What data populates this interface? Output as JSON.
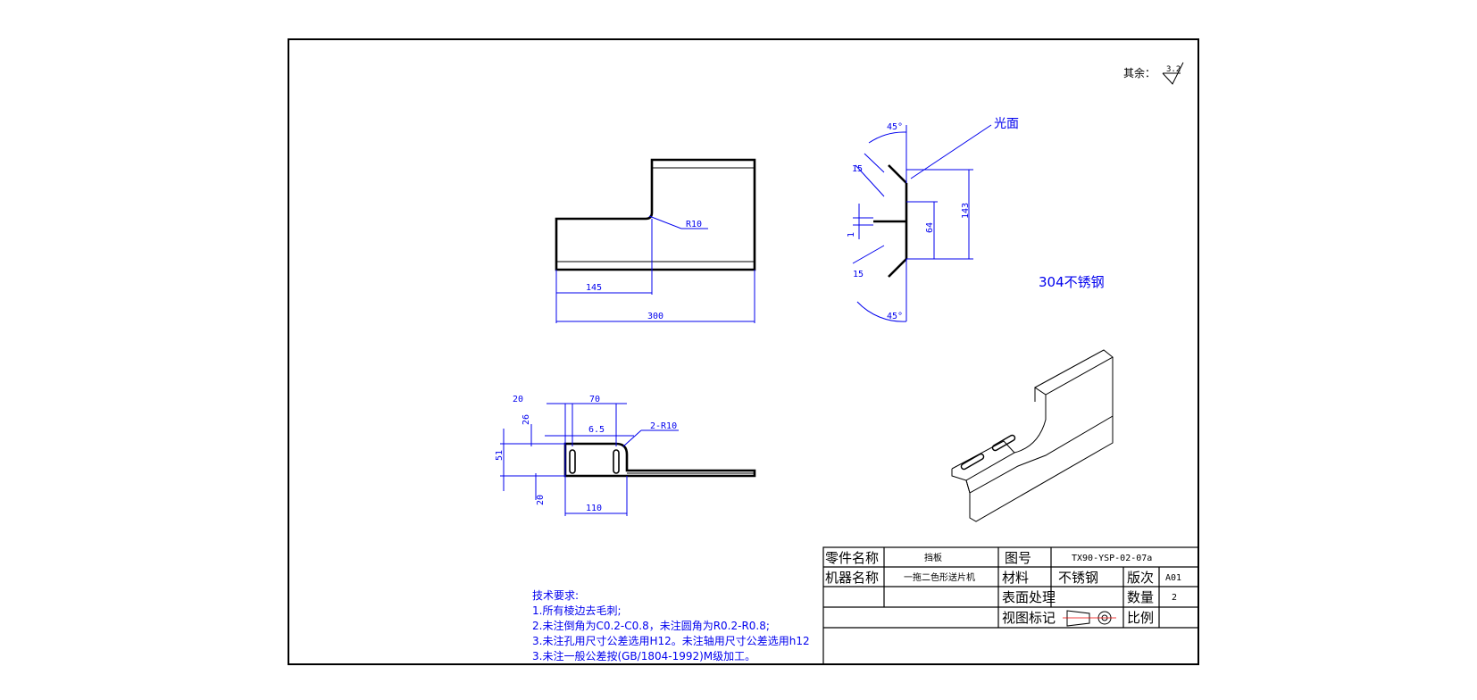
{
  "drawing": {
    "roughness_note": {
      "label": "其余：",
      "value": "3.2"
    },
    "surface_label": "光面",
    "material_note": "304不锈钢",
    "front_view": {
      "r_label": "R10",
      "dim_short": "145",
      "dim_long": "300"
    },
    "side_view": {
      "angle_top": "45°",
      "angle_bottom": "45°",
      "len_top": "15",
      "len_bottom": "15",
      "thickness": "1",
      "height_inner": "64",
      "height_total": "143"
    },
    "top_view": {
      "dim_20a": "20",
      "dim_70": "70",
      "dim_26": "26",
      "dim_6_5": "6.5",
      "dim_r": "2-R10",
      "dim_51": "51",
      "dim_20b": "20",
      "dim_110": "110"
    },
    "tech_requirements": {
      "heading": "技术要求:",
      "items": [
        "1.所有棱边去毛刺;",
        "2.未注倒角为C0.2-C0.8，未注圆角为R0.2-R0.8;",
        "3.未注孔用尺寸公差选用H12。未注轴用尺寸公差选用h12",
        "3.未注一般公差按(GB/1804-1992)M级加工。"
      ]
    }
  },
  "title_block": {
    "part_name_label": "零件名称",
    "part_name_value": "挡板",
    "drawing_no_label": "图号",
    "drawing_no_value": "TX90-YSP-02-07a",
    "machine_name_label": "机器名称",
    "machine_name_value": "一拖二色形送片机",
    "material_label": "材料",
    "material_value": "不锈钢",
    "revision_label": "版次",
    "revision_value": "A01",
    "surface_treatment_label": "表面处理",
    "quantity_label": "数量",
    "quantity_value": "2",
    "view_mark_label": "视图标记",
    "scale_label": "比例"
  }
}
